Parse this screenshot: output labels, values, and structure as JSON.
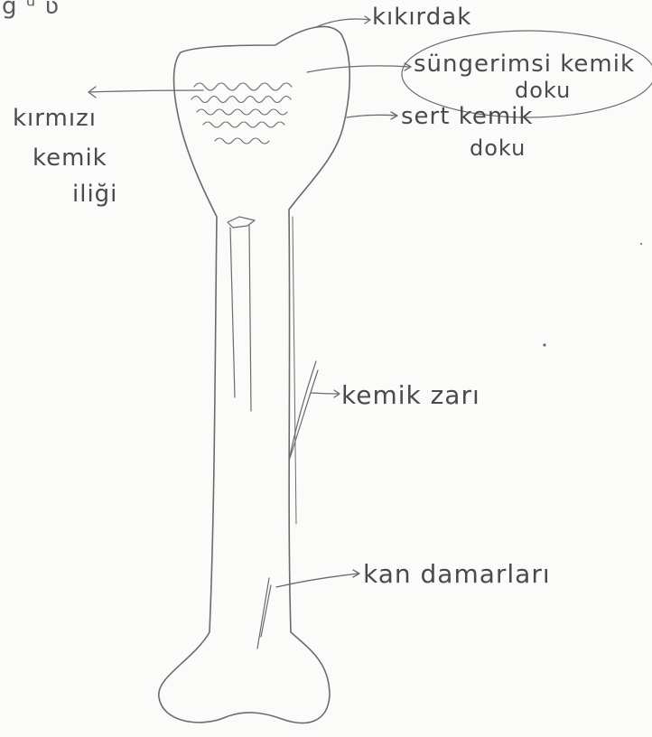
{
  "labels": {
    "top_scribble": "g ᵘ ʋ",
    "kikirdak": "kıkırdak",
    "sungerimsi_line1": "süngerimsi kemik",
    "sungerimsi_line2": "doku",
    "sert_line1": "sert kemik",
    "sert_line2": "doku",
    "kirmizi_line1": "kırmızı",
    "kirmizi_line2": "kemik",
    "kirmizi_line3": "iliği",
    "kemik_zari": "kemik zarı",
    "kan_damarlari": "kan damarları"
  },
  "colors": {
    "pencil": "#6b6b6b",
    "text": "#4a4a4a",
    "paper": "#fbfbf9"
  }
}
